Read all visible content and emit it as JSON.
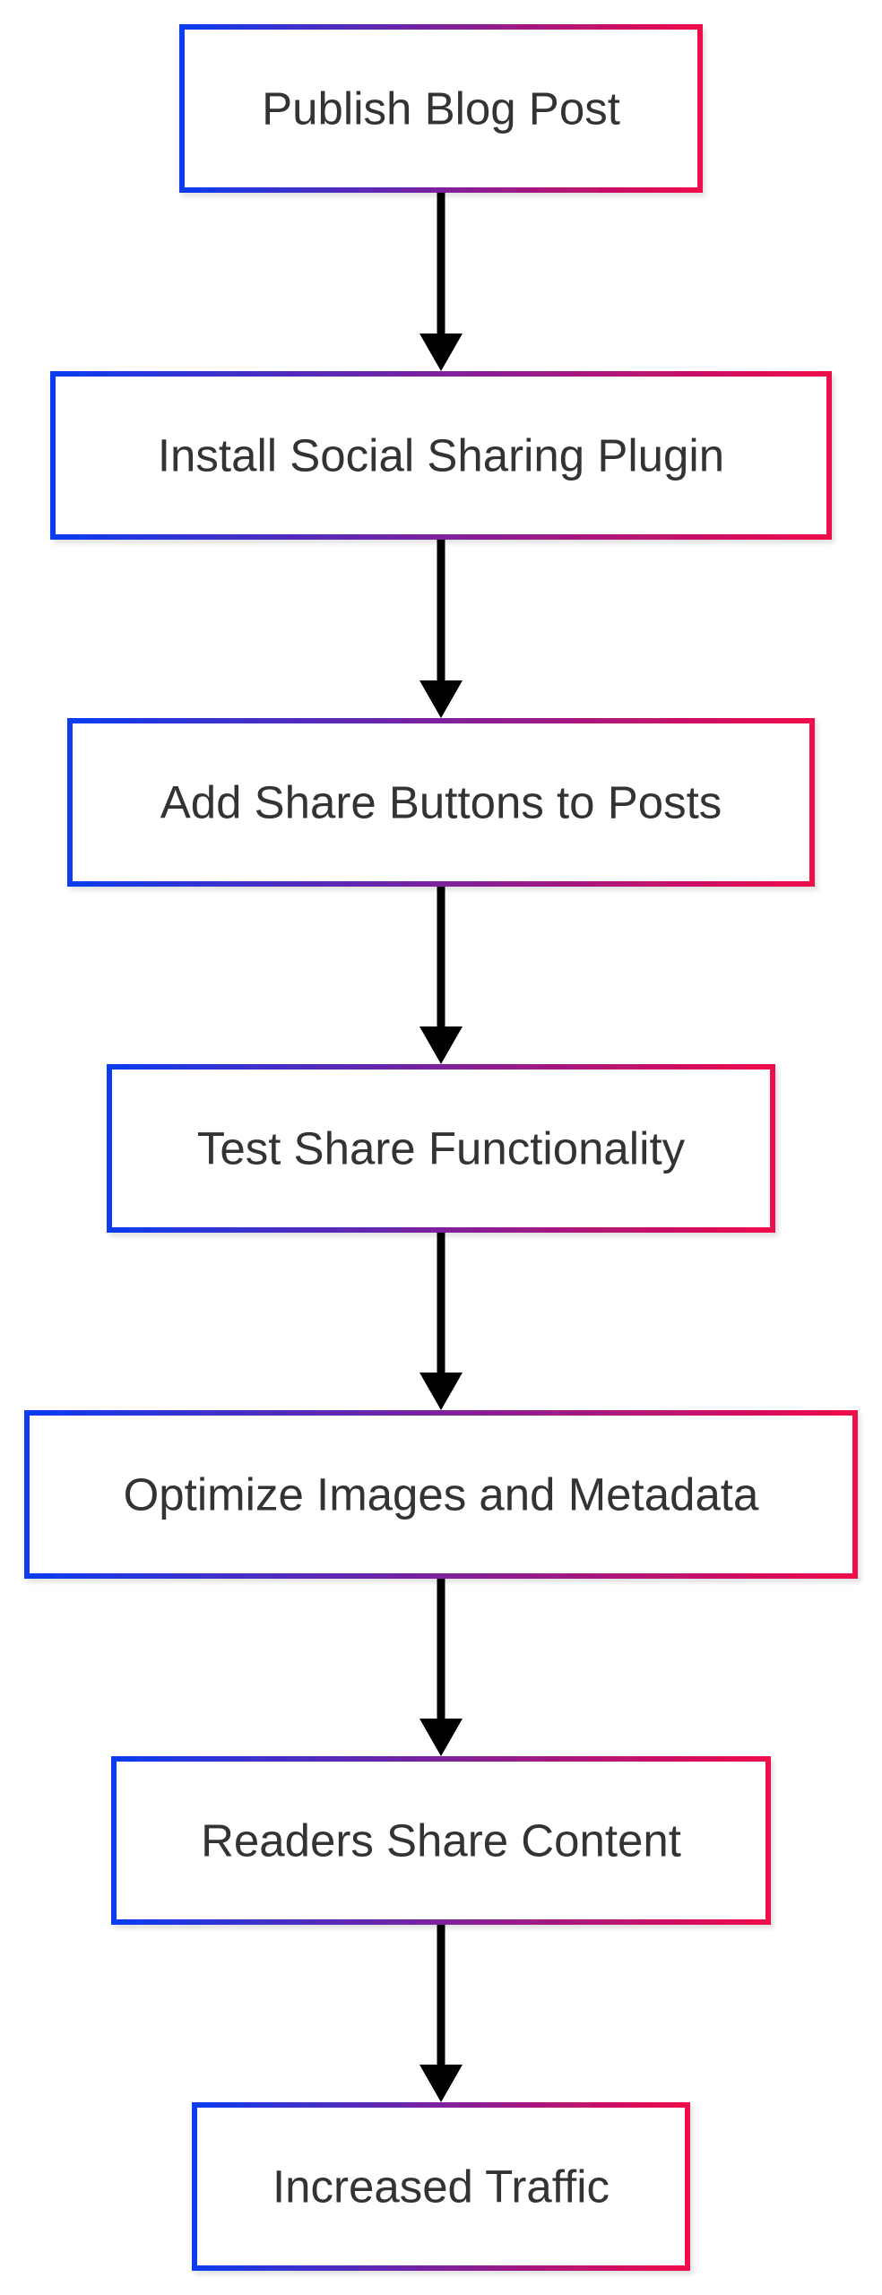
{
  "diagram": {
    "type": "flowchart",
    "direction": "top-to-bottom",
    "border_gradient": [
      "#0a3cf0",
      "#f0074a"
    ],
    "arrow_color": "#000000",
    "text_color": "#333333",
    "nodes": [
      {
        "id": "publish-blog-post",
        "label": "Publish Blog Post"
      },
      {
        "id": "install-social-sharing-plugin",
        "label": "Install Social Sharing Plugin"
      },
      {
        "id": "add-share-buttons-to-posts",
        "label": "Add Share Buttons to Posts"
      },
      {
        "id": "test-share-functionality",
        "label": "Test Share Functionality"
      },
      {
        "id": "optimize-images-and-metadata",
        "label": "Optimize Images and Metadata"
      },
      {
        "id": "readers-share-content",
        "label": "Readers Share Content"
      },
      {
        "id": "increased-traffic",
        "label": "Increased Traffic"
      }
    ],
    "edges": [
      {
        "from": "publish-blog-post",
        "to": "install-social-sharing-plugin"
      },
      {
        "from": "install-social-sharing-plugin",
        "to": "add-share-buttons-to-posts"
      },
      {
        "from": "add-share-buttons-to-posts",
        "to": "test-share-functionality"
      },
      {
        "from": "test-share-functionality",
        "to": "optimize-images-and-metadata"
      },
      {
        "from": "optimize-images-and-metadata",
        "to": "readers-share-content"
      },
      {
        "from": "readers-share-content",
        "to": "increased-traffic"
      }
    ]
  }
}
